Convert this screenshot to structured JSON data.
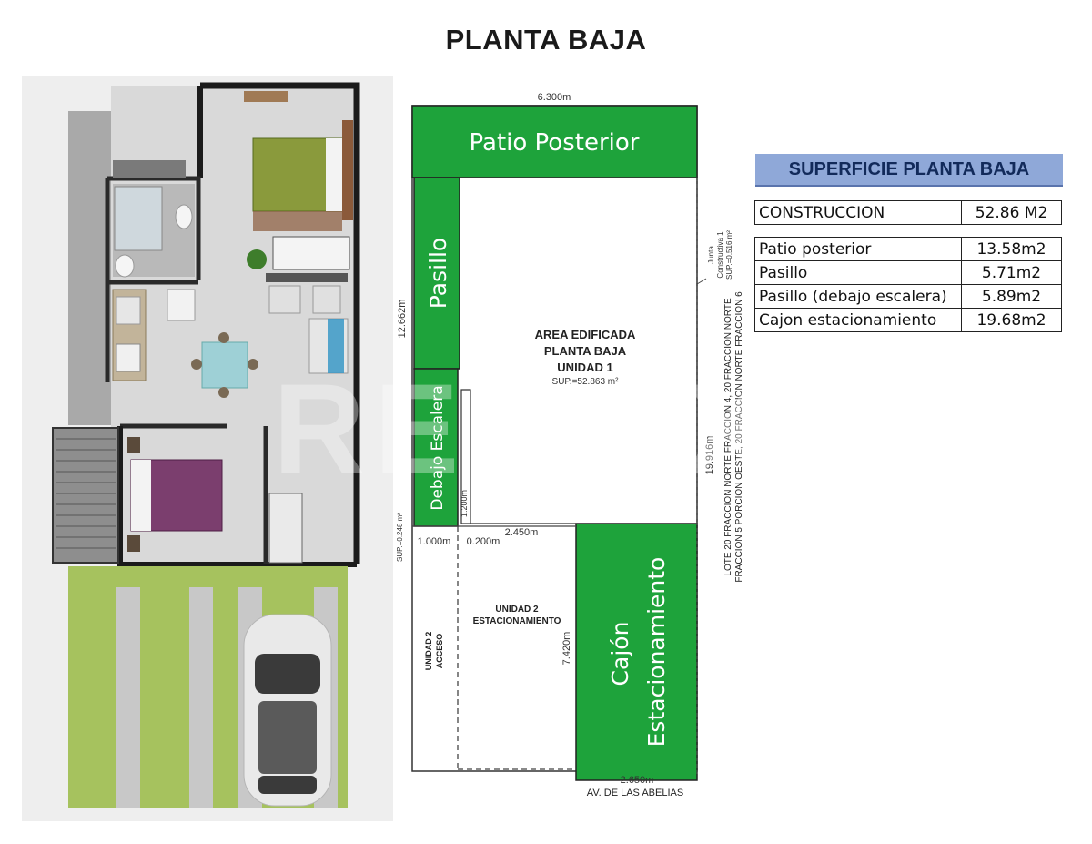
{
  "page_title": "PLANTA BAJA",
  "site_plan": {
    "dim_top": "6.300m",
    "dim_left": "12.662m",
    "dim_right": "19.916m",
    "dim_2450": "2.450m",
    "dim_1000": "1.000m",
    "dim_0200": "0.200m",
    "dim_7420": "7.420m",
    "dim_2650": "2.650m",
    "dim_small": "1.200m",
    "junta_1": "Junta",
    "junta_2": "Constructiva 1",
    "junta_3": "SUP.=0.516 m²",
    "sup_left": "SUP.=0.248 m²",
    "lote_1": "LOTE 20 FRACCION NORTE FRACCION 4, 20 FRACCION NORTE",
    "lote_2": "FRACCION 5 PORCION OESTE, 20 FRACCION NORTE FRACCION 6",
    "patio_posterior": "Patio Posterior",
    "pasillo": "Pasillo",
    "debajo_escalera": "Debajo Escalera",
    "cajon_1": "Cajón",
    "cajon_2": "Estacionamiento",
    "area_1": "AREA EDIFICADA",
    "area_2": "PLANTA BAJA",
    "area_3": "UNIDAD 1",
    "area_4": "SUP.=52.863 m²",
    "unidad2_est_1": "UNIDAD 2",
    "unidad2_est_2": "ESTACIONAMIENTO",
    "unidad2_acc_1": "UNIDAD 2",
    "unidad2_acc_2": "ACCESO",
    "street": "AV. DE LAS ABELIAS",
    "green_color": "#1ea33b"
  },
  "summary": {
    "title": "SUPERFICIE PLANTA BAJA",
    "construction": {
      "label": "CONSTRUCCION",
      "value": "52.86 M2"
    },
    "rows": [
      {
        "label": "Patio posterior",
        "value": "13.58m2"
      },
      {
        "label": "Pasillo",
        "value": "5.71m2"
      },
      {
        "label": "Pasillo (debajo escalera)",
        "value": "5.89m2"
      },
      {
        "label": "Cajon estacionamiento",
        "value": "19.68m2"
      }
    ]
  },
  "watermark": "REMAX"
}
